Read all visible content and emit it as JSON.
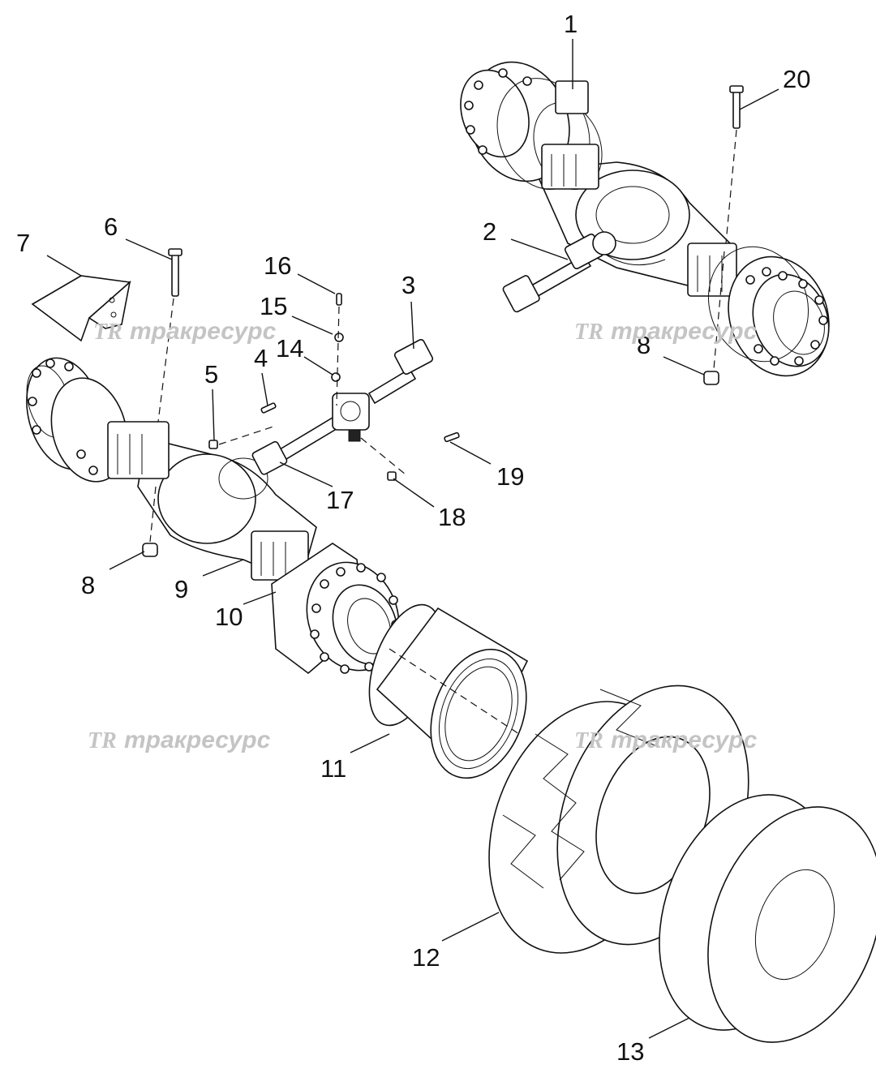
{
  "callouts": {
    "c1": "1",
    "c2": "2",
    "c3": "3",
    "c4": "4",
    "c5": "5",
    "c6": "6",
    "c7": "7",
    "c8a": "8",
    "c8b": "8",
    "c9": "9",
    "c10": "10",
    "c11": "11",
    "c12": "12",
    "c13": "13",
    "c14": "14",
    "c15": "15",
    "c16": "16",
    "c17": "17",
    "c18": "18",
    "c19": "19",
    "c20": "20"
  },
  "watermark": {
    "logo": "TR",
    "text": "тракресурс"
  }
}
